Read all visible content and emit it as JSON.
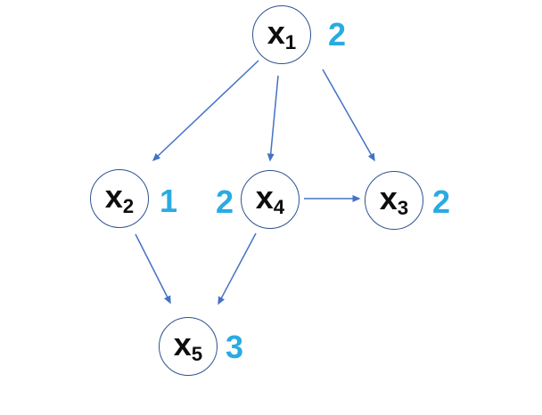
{
  "diagram": {
    "type": "directed-graph",
    "background": "#FFFFFF",
    "colors": {
      "node_outline": "#2F528F",
      "edge": "#4472C4",
      "value_text": "#29ABE2",
      "node_text": "#0D0D0D"
    },
    "nodes": [
      {
        "id": "x1",
        "base": "x",
        "sub": "1",
        "value": "2",
        "value_side": "right"
      },
      {
        "id": "x2",
        "base": "x",
        "sub": "2",
        "value": "1",
        "value_side": "right"
      },
      {
        "id": "x4",
        "base": "x",
        "sub": "4",
        "value": "2",
        "value_side": "left"
      },
      {
        "id": "x3",
        "base": "x",
        "sub": "3",
        "value": "2",
        "value_side": "right"
      },
      {
        "id": "x5",
        "base": "x",
        "sub": "5",
        "value": "3",
        "value_side": "right"
      }
    ],
    "edges": [
      {
        "from": "x1",
        "to": "x2"
      },
      {
        "from": "x1",
        "to": "x4"
      },
      {
        "from": "x1",
        "to": "x3"
      },
      {
        "from": "x4",
        "to": "x3"
      },
      {
        "from": "x2",
        "to": "x5"
      },
      {
        "from": "x4",
        "to": "x5"
      }
    ]
  }
}
